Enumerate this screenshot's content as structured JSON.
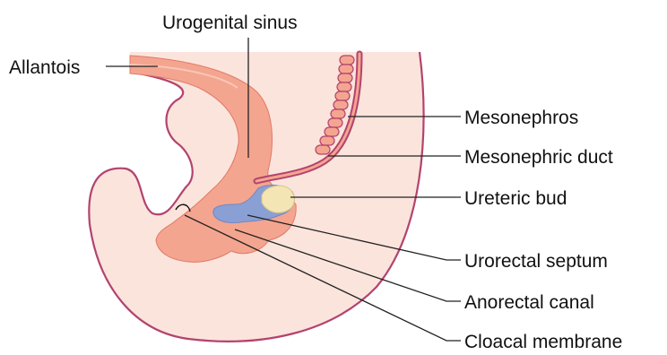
{
  "labels": {
    "urogenital_sinus": "Urogenital sinus",
    "allantois": "Allantois",
    "mesonephros": "Mesonephros",
    "mesonephric_duct": "Mesonephric duct",
    "ureteric_bud": "Ureteric bud",
    "urorectal_septum": "Urorectal septum",
    "anorectal_canal": "Anorectal canal",
    "cloacal_membrane": "Cloacal membrane"
  },
  "colors": {
    "body_fill": "#fbe4dc",
    "body_outline": "#b3436e",
    "endoderm_fill": "#f4a58f",
    "endoderm_edge": "#e07a68",
    "septum_blue": "#8a9fd4",
    "bud_cream": "#f3e6b4",
    "leader_line": "#222222"
  }
}
